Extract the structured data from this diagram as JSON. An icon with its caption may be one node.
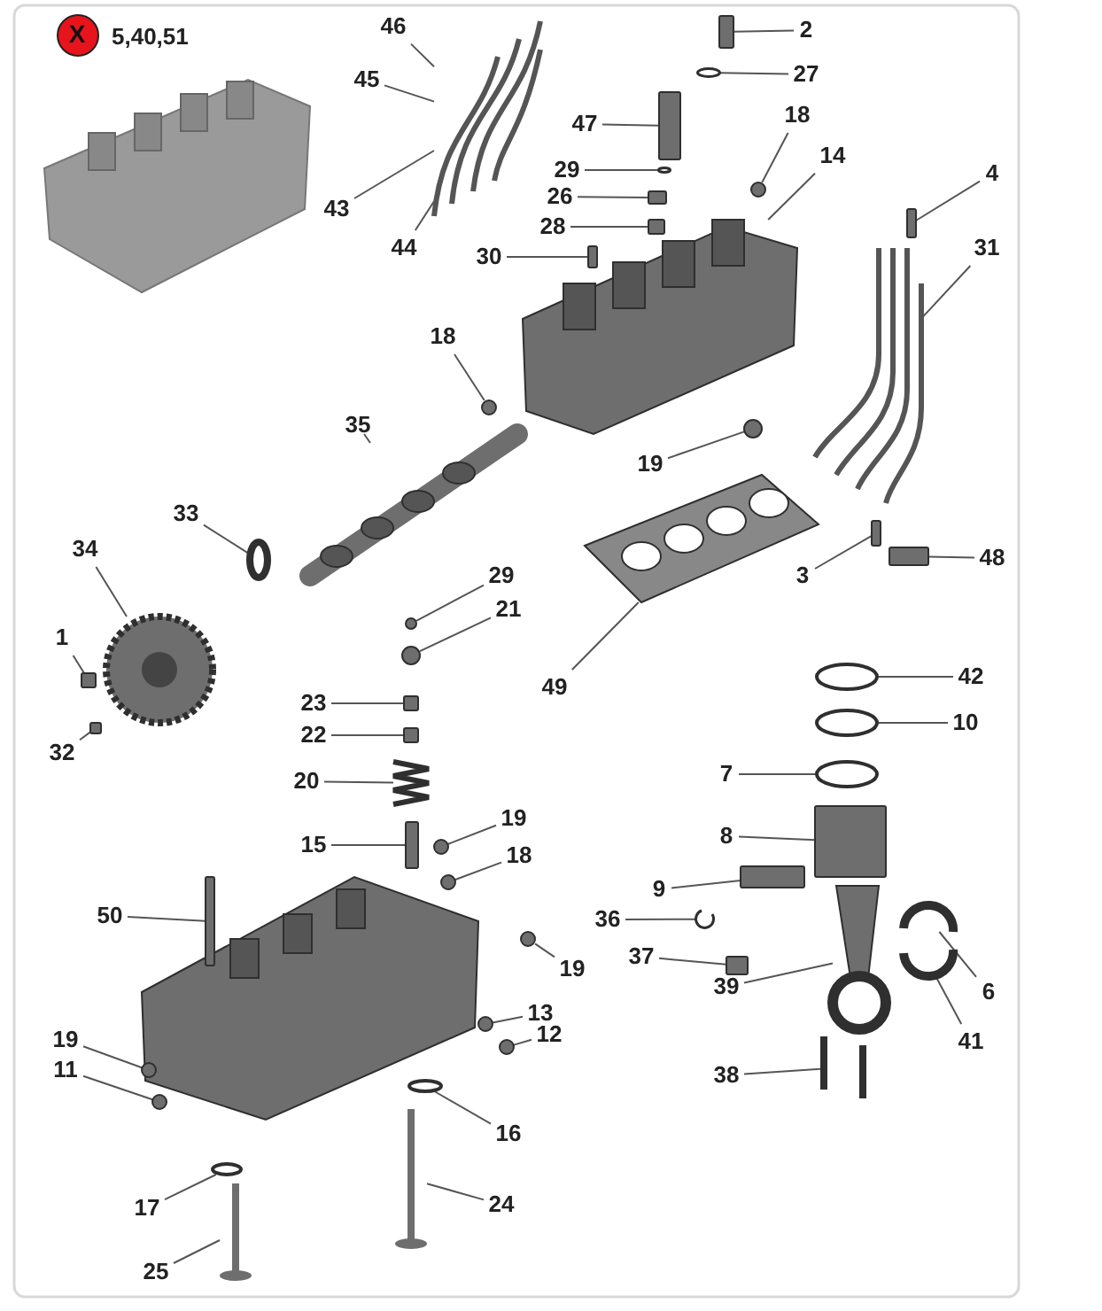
{
  "diagram": {
    "nodes": [
      {
        "text": [
          "X"
        ],
        "beside": [
          "5,40,51"
        ]
      },
      {
        "text": [
          "46"
        ]
      },
      {
        "text": [
          "2"
        ]
      },
      {
        "text": [
          "27"
        ]
      },
      {
        "text": [
          "45"
        ]
      },
      {
        "text": [
          "47"
        ]
      },
      {
        "text": [
          "18"
        ]
      },
      {
        "text": [
          "14"
        ]
      },
      {
        "text": [
          "4"
        ]
      },
      {
        "text": [
          "29"
        ]
      },
      {
        "text": [
          "26"
        ]
      },
      {
        "text": [
          "28"
        ]
      },
      {
        "text": [
          "43"
        ]
      },
      {
        "text": [
          "44"
        ]
      },
      {
        "text": [
          "30"
        ]
      },
      {
        "text": [
          "31"
        ]
      },
      {
        "text": [
          "18"
        ]
      },
      {
        "text": [
          "35"
        ]
      },
      {
        "text": [
          "19"
        ]
      },
      {
        "text": [
          "33"
        ]
      },
      {
        "text": [
          "34"
        ]
      },
      {
        "text": [
          "29"
        ]
      },
      {
        "text": [
          "3"
        ]
      },
      {
        "text": [
          "48"
        ]
      },
      {
        "text": [
          "21"
        ]
      },
      {
        "text": [
          "1"
        ]
      },
      {
        "text": [
          "49"
        ]
      },
      {
        "text": [
          "42"
        ]
      },
      {
        "text": [
          "23"
        ]
      },
      {
        "text": [
          "10"
        ]
      },
      {
        "text": [
          "22"
        ]
      },
      {
        "text": [
          "32"
        ]
      },
      {
        "text": [
          "7"
        ]
      },
      {
        "text": [
          "20"
        ]
      },
      {
        "text": [
          "19"
        ]
      },
      {
        "text": [
          "8"
        ]
      },
      {
        "text": [
          "15"
        ]
      },
      {
        "text": [
          "18"
        ]
      },
      {
        "text": [
          "9"
        ]
      },
      {
        "text": [
          "50"
        ]
      },
      {
        "text": [
          "36"
        ]
      },
      {
        "text": [
          "37"
        ]
      },
      {
        "text": [
          "19"
        ]
      },
      {
        "text": [
          "39"
        ]
      },
      {
        "text": [
          "6"
        ]
      },
      {
        "text": [
          "13"
        ]
      },
      {
        "text": [
          "12"
        ]
      },
      {
        "text": [
          "41"
        ]
      },
      {
        "text": [
          "19"
        ]
      },
      {
        "text": [
          "11"
        ]
      },
      {
        "text": [
          "38"
        ]
      },
      {
        "text": [
          "16"
        ]
      },
      {
        "text": [
          "17"
        ]
      },
      {
        "text": [
          "24"
        ]
      },
      {
        "text": [
          "25"
        ]
      },
      {
        "text": [],
        "shape": "picture"
      },
      {
        "text": [],
        "shape": "box"
      },
      {
        "text": [],
        "shape": "circle"
      },
      {
        "text": [],
        "shape": "box"
      },
      {
        "text": [],
        "shape": "circle"
      },
      {
        "text": [],
        "shape": "box"
      },
      {
        "text": [],
        "shape": "box"
      },
      {
        "text": [],
        "shape": "box"
      },
      {
        "text": [],
        "shape": "circle"
      },
      {
        "text": [],
        "shape": "picture"
      },
      {
        "text": [],
        "shape": "box"
      },
      {
        "text": [],
        "shape": "picture"
      },
      {
        "text": [],
        "shape": "circle"
      },
      {
        "text": [],
        "shape": "picture"
      },
      {
        "text": [],
        "shape": "circle"
      },
      {
        "text": [],
        "shape": "circle"
      },
      {
        "text": [],
        "shape": "picture"
      },
      {
        "text": [],
        "shape": "circle"
      },
      {
        "text": [],
        "shape": "picture"
      },
      {
        "text": [],
        "shape": "box"
      },
      {
        "text": [],
        "shape": "box"
      },
      {
        "text": [],
        "shape": "circle"
      },
      {
        "text": [],
        "shape": "box"
      },
      {
        "text": [],
        "shape": "circle"
      },
      {
        "text": [],
        "shape": "box"
      },
      {
        "text": [],
        "shape": "circle"
      },
      {
        "text": [],
        "shape": "box"
      },
      {
        "text": [],
        "shape": "box"
      },
      {
        "text": [],
        "shape": "circle"
      },
      {
        "text": [],
        "shape": "picture"
      },
      {
        "text": [],
        "shape": "circle"
      },
      {
        "text": [],
        "shape": "box"
      },
      {
        "text": [],
        "shape": "box"
      },
      {
        "text": [],
        "shape": "circle"
      },
      {
        "text": [],
        "shape": "box"
      },
      {
        "text": [],
        "shape": "box"
      },
      {
        "text": [],
        "shape": "picture"
      },
      {
        "text": [],
        "shape": "box"
      },
      {
        "text": [],
        "shape": "circle"
      },
      {
        "text": [],
        "shape": "picture"
      },
      {
        "text": [],
        "shape": "picture"
      },
      {
        "text": [],
        "shape": "circle"
      },
      {
        "text": [],
        "shape": "circle"
      },
      {
        "text": [],
        "shape": "picture"
      },
      {
        "text": [],
        "shape": "circle"
      },
      {
        "text": [],
        "shape": "circle"
      },
      {
        "text": [],
        "shape": "picture"
      },
      {
        "text": [],
        "shape": "circle"
      },
      {
        "text": [],
        "shape": "circle"
      },
      {
        "text": [],
        "shape": "picture"
      },
      {
        "text": [],
        "shape": "picture"
      }
    ],
    "edges": [
      {
        "from": 1,
        "to": 55,
        "arrow": "none"
      },
      {
        "from": 2,
        "to": 56,
        "arrow": "none"
      },
      {
        "from": 3,
        "to": 57,
        "arrow": "none"
      },
      {
        "from": 4,
        "to": 55,
        "arrow": "none"
      },
      {
        "from": 5,
        "to": 58,
        "arrow": "none"
      },
      {
        "from": 6,
        "to": 63,
        "arrow": "none"
      },
      {
        "from": 7,
        "to": 64,
        "arrow": "none"
      },
      {
        "from": 8,
        "to": 65,
        "arrow": "none"
      },
      {
        "from": 9,
        "to": 59,
        "arrow": "none"
      },
      {
        "from": 10,
        "to": 60,
        "arrow": "none"
      },
      {
        "from": 11,
        "to": 61,
        "arrow": "none"
      },
      {
        "from": 12,
        "to": 55,
        "arrow": "none"
      },
      {
        "from": 13,
        "to": 55,
        "arrow": "none"
      },
      {
        "from": 14,
        "to": 62,
        "arrow": "none"
      },
      {
        "from": 15,
        "to": 66,
        "arrow": "none"
      },
      {
        "from": 16,
        "to": 67,
        "arrow": "none"
      },
      {
        "from": 17,
        "to": 68,
        "arrow": "none"
      },
      {
        "from": 18,
        "to": 69,
        "arrow": "none"
      },
      {
        "from": 19,
        "to": 70,
        "arrow": "none"
      },
      {
        "from": 20,
        "to": 71,
        "arrow": "none"
      },
      {
        "from": 21,
        "to": 72,
        "arrow": "none"
      },
      {
        "from": 22,
        "to": 74,
        "arrow": "none"
      },
      {
        "from": 23,
        "to": 75,
        "arrow": "none"
      },
      {
        "from": 24,
        "to": 76,
        "arrow": "none"
      },
      {
        "from": 25,
        "to": 77,
        "arrow": "none"
      },
      {
        "from": 26,
        "to": 73,
        "arrow": "none"
      },
      {
        "from": 27,
        "to": 78,
        "arrow": "none"
      },
      {
        "from": 28,
        "to": 79,
        "arrow": "none"
      },
      {
        "from": 29,
        "to": 80,
        "arrow": "none"
      },
      {
        "from": 30,
        "to": 81,
        "arrow": "none"
      },
      {
        "from": 31,
        "to": 82,
        "arrow": "none"
      },
      {
        "from": 32,
        "to": 83,
        "arrow": "none"
      },
      {
        "from": 33,
        "to": 84,
        "arrow": "none"
      },
      {
        "from": 34,
        "to": 85,
        "arrow": "none"
      },
      {
        "from": 35,
        "to": 86,
        "arrow": "none"
      },
      {
        "from": 36,
        "to": 87,
        "arrow": "none"
      },
      {
        "from": 37,
        "to": 88,
        "arrow": "none"
      },
      {
        "from": 38,
        "to": 89,
        "arrow": "none"
      },
      {
        "from": 39,
        "to": 90,
        "arrow": "none"
      },
      {
        "from": 40,
        "to": 91,
        "arrow": "none"
      },
      {
        "from": 41,
        "to": 92,
        "arrow": "none"
      },
      {
        "from": 42,
        "to": 93,
        "arrow": "none"
      },
      {
        "from": 43,
        "to": 94,
        "arrow": "none"
      },
      {
        "from": 44,
        "to": 95,
        "arrow": "none"
      },
      {
        "from": 45,
        "to": 96,
        "arrow": "none"
      },
      {
        "from": 46,
        "to": 97,
        "arrow": "none"
      },
      {
        "from": 47,
        "to": 98,
        "arrow": "none"
      },
      {
        "from": 48,
        "to": 99,
        "arrow": "none"
      },
      {
        "from": 49,
        "to": 100,
        "arrow": "none"
      },
      {
        "from": 50,
        "to": 101,
        "arrow": "none"
      },
      {
        "from": 51,
        "to": 102,
        "arrow": "none"
      },
      {
        "from": 52,
        "to": 103,
        "arrow": "none"
      },
      {
        "from": 53,
        "to": 104,
        "arrow": "none"
      },
      {
        "from": 54,
        "to": 105,
        "arrow": "none"
      }
    ]
  }
}
